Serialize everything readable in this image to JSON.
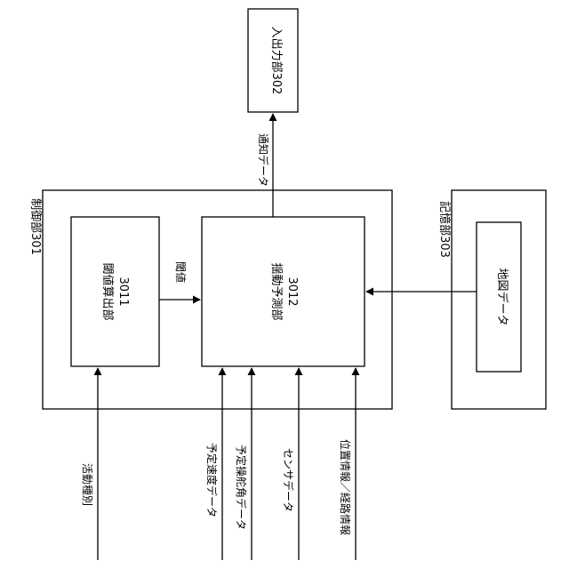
{
  "blocks": {
    "control": {
      "title": "制御部301"
    },
    "threshold_calc": {
      "title": "閾値算出部",
      "id": "3011"
    },
    "sway_pred": {
      "title": "揺動予測部",
      "id": "3012"
    },
    "io": {
      "title": "入出力部302"
    },
    "storage": {
      "title": "記憶部303"
    },
    "map": {
      "title": "地図データ"
    }
  },
  "signals": {
    "notification": "通知データ",
    "threshold": "閾値",
    "activity_type": "活動種別",
    "planned_speed": "予定速度データ",
    "planned_steering": "予定操舵角データ",
    "sensor": "センサデータ",
    "position_route": "位置情報／経路情報"
  }
}
